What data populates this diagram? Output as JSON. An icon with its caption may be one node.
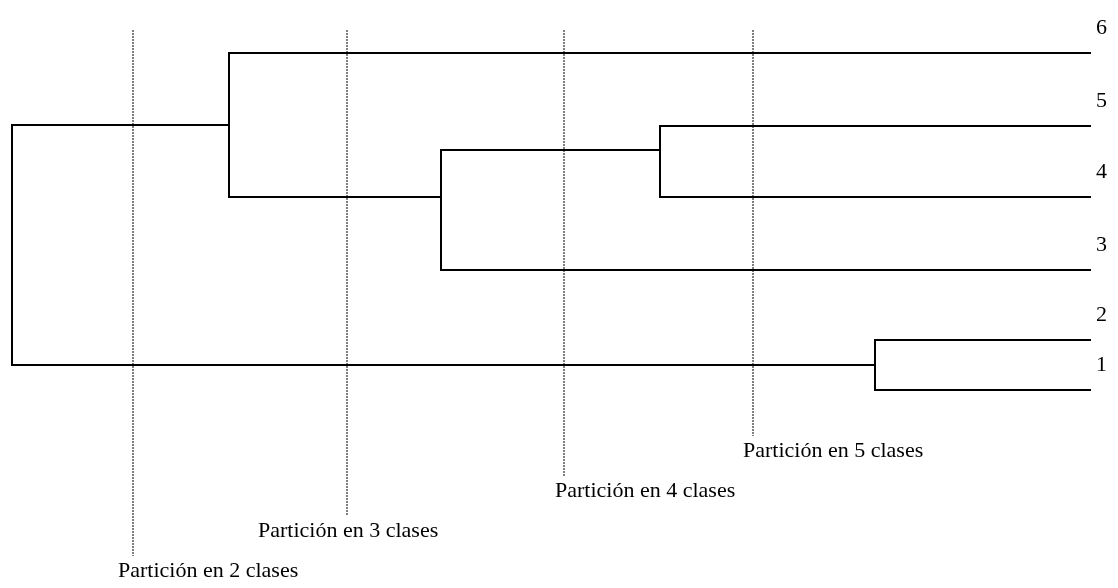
{
  "diagram": {
    "nodes": [
      {
        "text": [
          "6"
        ]
      },
      {
        "text": [
          "5"
        ]
      },
      {
        "text": [
          "4"
        ]
      },
      {
        "text": [
          "3"
        ]
      },
      {
        "text": [
          "2"
        ]
      },
      {
        "text": [
          "1"
        ]
      },
      {
        "text": [],
        "shape": "bar"
      },
      {
        "text": [],
        "shape": "bar"
      },
      {
        "text": [],
        "shape": "bar"
      },
      {
        "text": [],
        "shape": "bar"
      },
      {
        "text": [],
        "shape": "bar"
      }
    ],
    "edges": [
      {
        "from": 6,
        "to": 7,
        "arrow": "none"
      },
      {
        "from": 6,
        "to": 10,
        "arrow": "none"
      },
      {
        "from": 7,
        "to": 0,
        "arrow": "none"
      },
      {
        "from": 7,
        "to": 8,
        "arrow": "none"
      },
      {
        "from": 8,
        "to": 9,
        "arrow": "none"
      },
      {
        "from": 8,
        "to": 3,
        "arrow": "none"
      },
      {
        "from": 9,
        "to": 1,
        "arrow": "none"
      },
      {
        "from": 9,
        "to": 2,
        "arrow": "none"
      },
      {
        "from": 10,
        "to": 4,
        "arrow": "none"
      },
      {
        "from": 10,
        "to": 5,
        "arrow": "none"
      }
    ],
    "labels": [
      "Partición en 5 clases",
      "Partición en 4 clases",
      "Partición en 3 clases",
      "Partición en 2 clases"
    ]
  }
}
